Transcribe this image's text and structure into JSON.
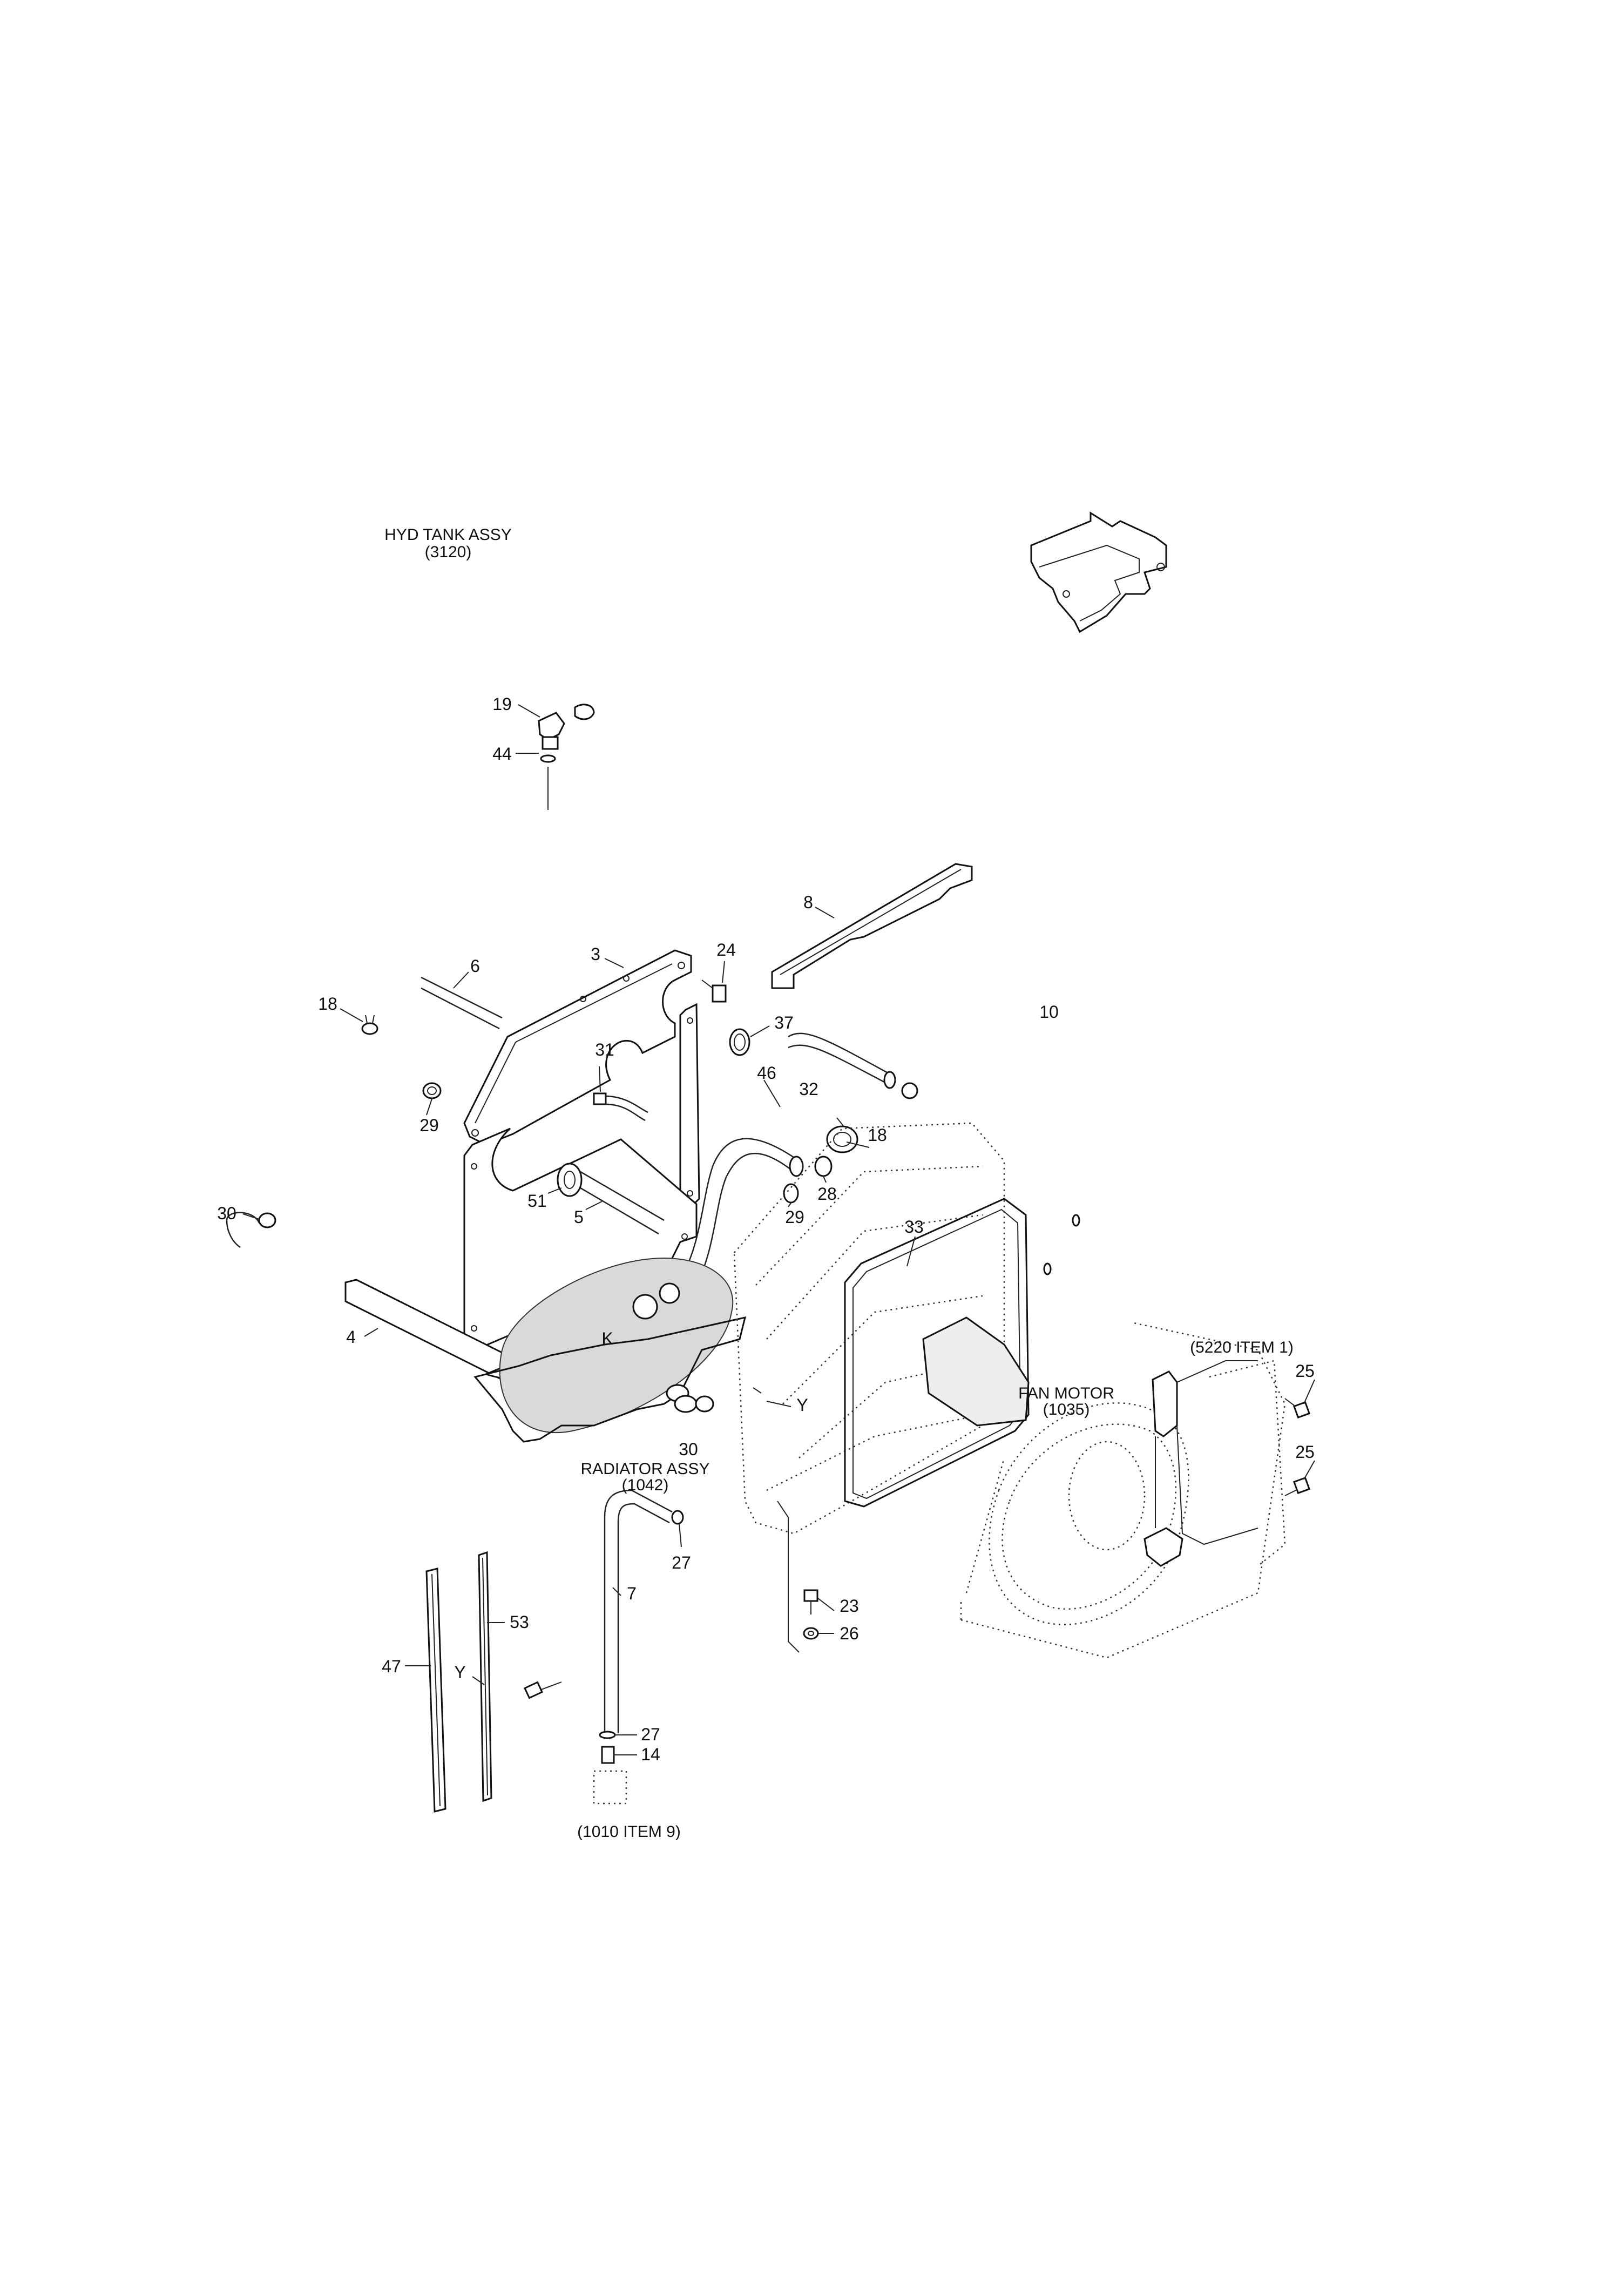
{
  "captions": {
    "hyd_tank_title": "HYD TANK ASSY",
    "hyd_tank_code": "(3120)",
    "ref_5220": "(5220 ITEM 1)",
    "fan_motor_title": "FAN MOTOR",
    "fan_motor_code": "(1035)",
    "radiator_title": "RADIATOR ASSY",
    "radiator_code": "(1042)",
    "ref_1010": "(1010 ITEM 9)"
  },
  "callouts": {
    "c19": "19",
    "c44": "44",
    "c8": "8",
    "c6": "6",
    "c3": "3",
    "c24": "24",
    "c18a": "18",
    "c10": "10",
    "c31": "31",
    "c37": "37",
    "c46": "46",
    "c32": "32",
    "c18b": "18",
    "c29a": "29",
    "c30a": "30",
    "c51": "51",
    "c5": "5",
    "c29b": "29",
    "c28": "28",
    "c33": "33",
    "c4": "4",
    "cK": "K",
    "cY1": "Y",
    "c30b": "30",
    "c25a": "25",
    "c25b": "25",
    "c27a": "27",
    "c7": "7",
    "c23": "23",
    "c26": "26",
    "c47": "47",
    "c53": "53",
    "cY2": "Y",
    "c27b": "27",
    "c14": "14"
  }
}
